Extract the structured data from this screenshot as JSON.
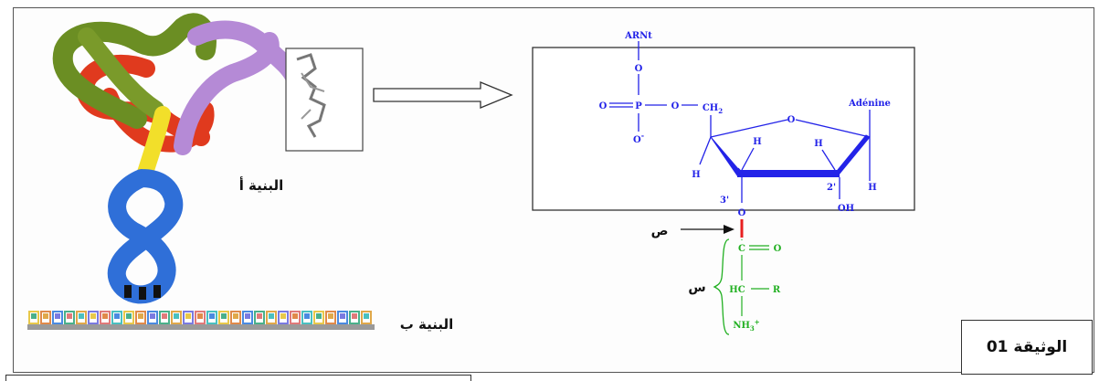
{
  "labels": {
    "structure_a": "البنية أ",
    "structure_b": "البنية ب",
    "label_sad": "ص",
    "label_sin": "س",
    "document": "الوثيقة 01"
  },
  "molecule": {
    "arnt": "ARNt",
    "adenine": "Adénine",
    "o_top": "O",
    "o_double": "O",
    "p": "P",
    "o_bridge": "O",
    "ch2": "CH",
    "ch2_sub": "2",
    "o_minus": "O",
    "o_minus_sign": "-",
    "ring_o": "O",
    "h_c4": "H",
    "h_c3": "H",
    "h_c2": "H",
    "h_c1": "H",
    "c3_prime": "3'",
    "c2_prime": "2'",
    "o_c3": "O",
    "oh": "OH"
  },
  "amino_acid": {
    "c": "C",
    "o": "O",
    "hc": "HC",
    "r": "R",
    "nh3": "NH",
    "nh3_sub": "3",
    "nh3_sign": "+"
  },
  "colors": {
    "molecule": "#2323e8",
    "amino_acid": "#22b022",
    "bond_highlight": "#e82020"
  }
}
